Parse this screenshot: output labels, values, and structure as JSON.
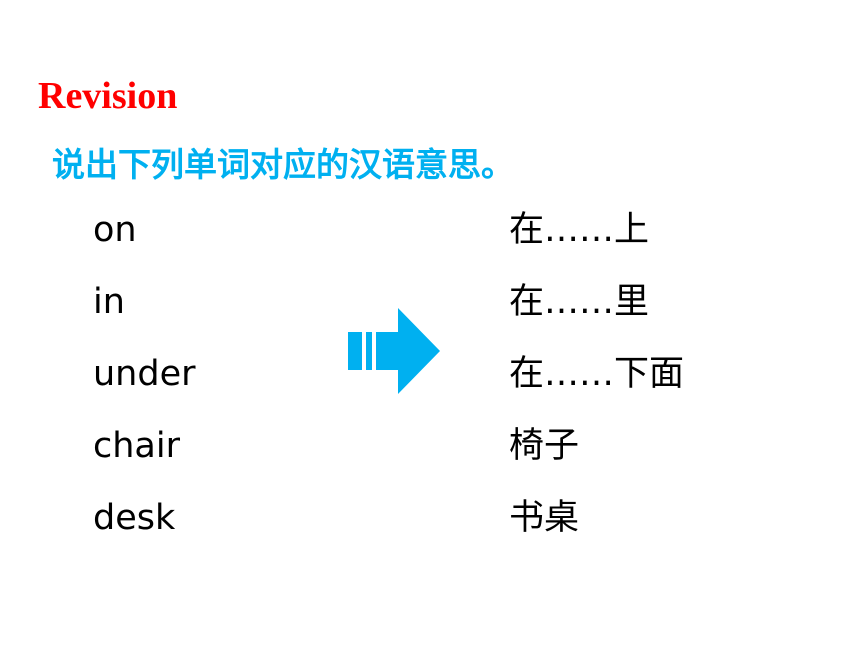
{
  "slide": {
    "title": "Revision",
    "instruction": "说出下列单词对应的汉语意思。",
    "words": [
      "on",
      "in",
      "under",
      "chair",
      "desk"
    ],
    "meanings": [
      "在……上",
      "在……里",
      "在……下面",
      "椅子",
      "书桌"
    ],
    "arrow_icon": "right-arrow-icon"
  },
  "colors": {
    "title": "#ff0000",
    "instruction": "#00b0f0",
    "arrow": "#00b0f0",
    "text": "#000000"
  }
}
